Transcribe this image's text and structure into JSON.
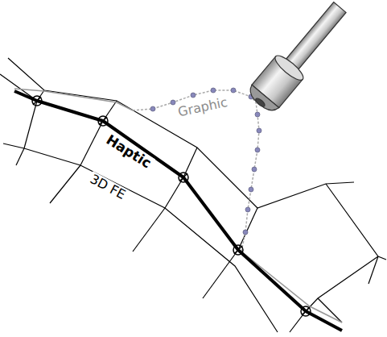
{
  "diagram": {
    "labels": [
      "Graphic",
      "Haptic",
      "3D FE"
    ]
  }
}
